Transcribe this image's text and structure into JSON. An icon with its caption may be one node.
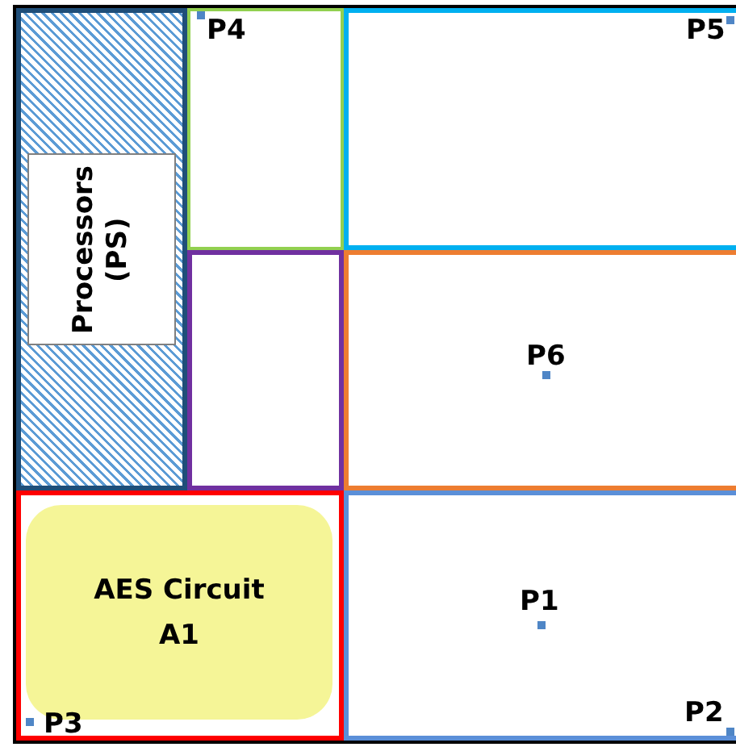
{
  "diagram": {
    "nodes": [
      {
        "text": [],
        "shape": "box"
      },
      {
        "text": [],
        "shape": "box",
        "in": 0
      },
      {
        "text": [
          "Processors (PS)"
        ],
        "in": 1
      },
      {
        "text": [],
        "shape": "box",
        "in": 0
      },
      {
        "text": [],
        "shape": "box",
        "in": 0
      },
      {
        "text": [],
        "shape": "box",
        "in": 0
      },
      {
        "text": [],
        "shape": "box",
        "in": 0
      },
      {
        "text": [],
        "shape": "box",
        "in": 0
      },
      {
        "text": [
          "AES Circuit A1"
        ],
        "in": 7
      },
      {
        "text": [],
        "shape": "box",
        "in": 0
      }
    ],
    "labels": [
      "P4",
      "P5",
      "P6",
      "P1",
      "P3",
      "P2"
    ]
  }
}
